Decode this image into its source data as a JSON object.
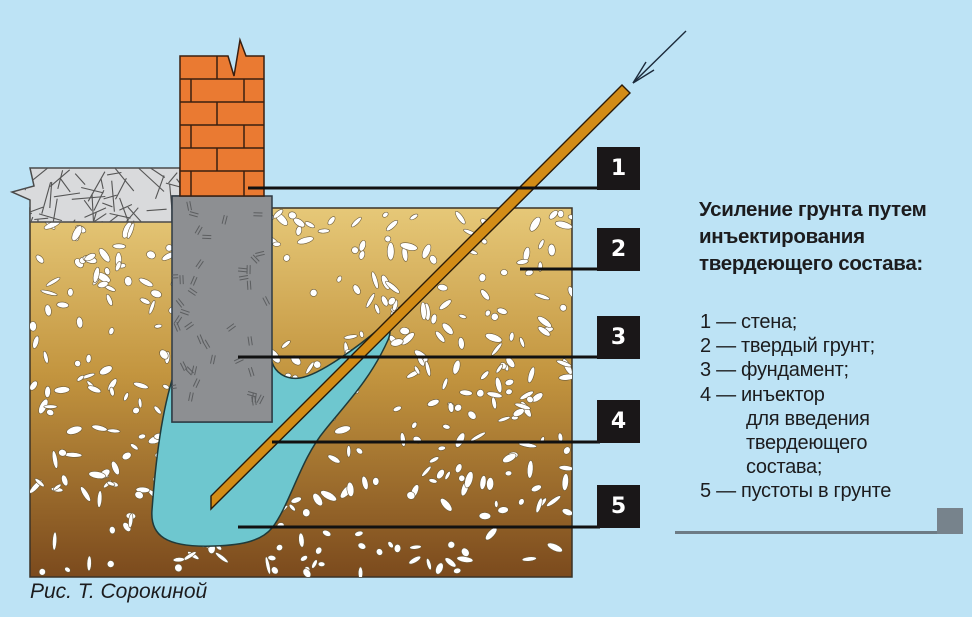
{
  "title": {
    "lines": [
      "Усиление грунта путем",
      "инъектирования",
      "твердеющего состава:"
    ]
  },
  "legend": {
    "items": [
      {
        "number": "1",
        "text": "1 — стена;"
      },
      {
        "number": "2",
        "text": "2 — твердый грунт;"
      },
      {
        "number": "3",
        "text": "3 — фундамент;"
      },
      {
        "number": "4",
        "text": "4 — инъектор"
      },
      {
        "number": "4",
        "text": "для введения",
        "continuation": true
      },
      {
        "number": "4",
        "text": "твердеющего",
        "continuation": true
      },
      {
        "number": "4",
        "text": "состава;",
        "continuation": true
      },
      {
        "number": "5",
        "text": "5 — пустоты в грунте"
      }
    ]
  },
  "callouts": [
    "1",
    "2",
    "3",
    "4",
    "5"
  ],
  "caption": "Рис. Т. Сорокиной",
  "colors": {
    "background": "#bde3f5",
    "brick": "#ea7a32",
    "mortar": "#3a1f10",
    "foundation": "#8d8f92",
    "slab": "#d9dadc",
    "soil_top": "#e6c878",
    "soil_bottom": "#7b4a1d",
    "void": "#6ec7cf",
    "injector": "#d38c16",
    "callout_box": "#1a1718"
  }
}
